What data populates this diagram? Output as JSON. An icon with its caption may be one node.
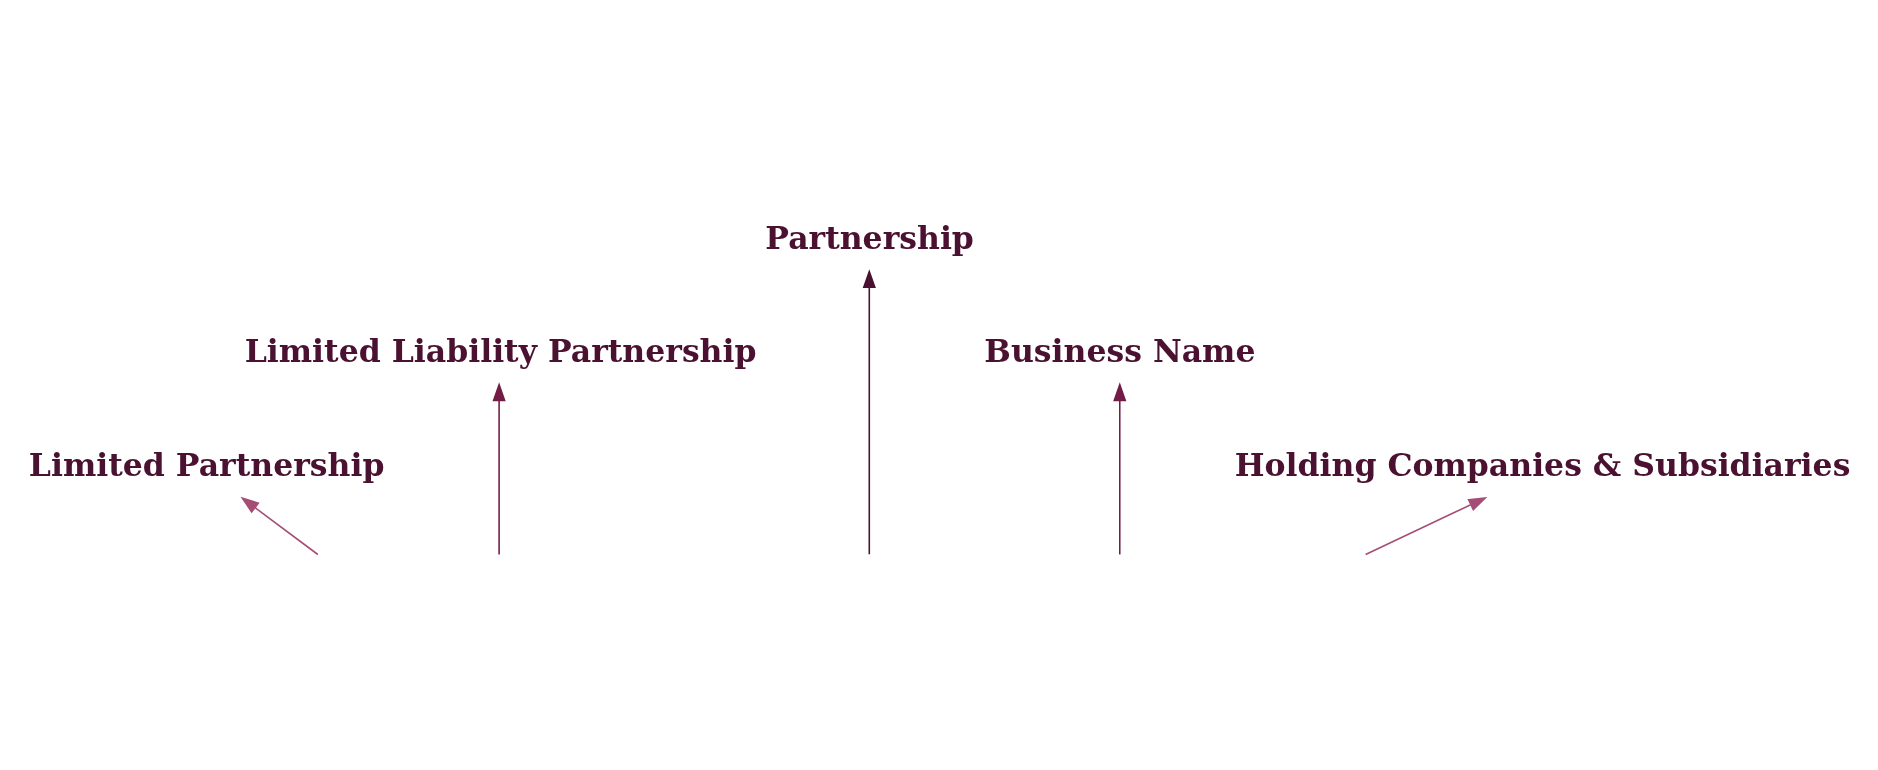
{
  "diagram": {
    "nodes": [
      {
        "text": [
          "Partnership"
        ]
      },
      {
        "text": [
          "Limited Liability Partnership"
        ]
      },
      {
        "text": [
          "Business Name"
        ]
      },
      {
        "text": [
          "Limited Partnership"
        ]
      },
      {
        "text": [
          "Holding Companies & Subsidiaries"
        ]
      }
    ],
    "edges": [
      {
        "from": null,
        "to": 0,
        "arrow": "to",
        "color": "#4a1230"
      },
      {
        "from": null,
        "to": 1,
        "arrow": "to",
        "color": "#721c47"
      },
      {
        "from": null,
        "to": 2,
        "arrow": "to",
        "color": "#721c47"
      },
      {
        "from": null,
        "to": 3,
        "arrow": "to",
        "color": "#a64d75"
      },
      {
        "from": null,
        "to": 4,
        "arrow": "to",
        "color": "#a64d75"
      }
    ]
  }
}
